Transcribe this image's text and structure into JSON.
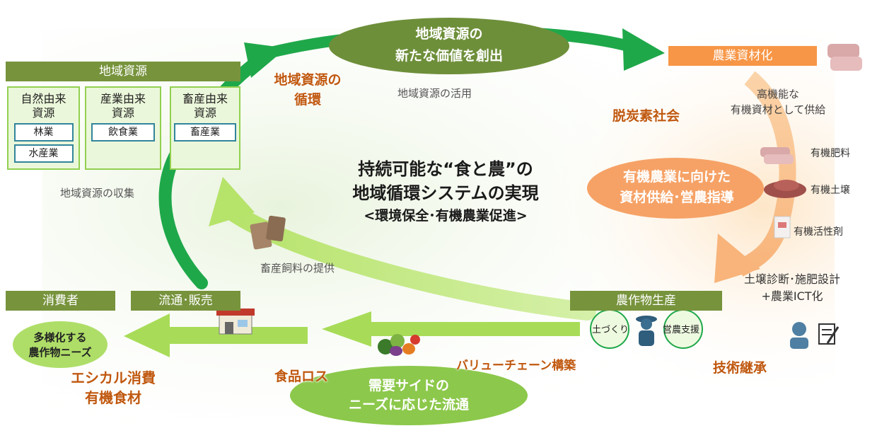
{
  "title_main": {
    "line1": "持続可能な“食と農”の",
    "line2": "地域循環システムの実現",
    "line3": "<環境保全･有機農業促進>"
  },
  "regional_resources": {
    "header": "地域資源",
    "natural": {
      "title_l1": "自然由来",
      "title_l2": "資源",
      "tags": [
        "林業",
        "水産業"
      ]
    },
    "industrial": {
      "title_l1": "産業由来",
      "title_l2": "資源",
      "tags": [
        "飲食業"
      ]
    },
    "livestock": {
      "title_l1": "畜産由来",
      "title_l2": "資源",
      "tags": [
        "畜産業"
      ]
    },
    "collection": "地域資源の収集"
  },
  "top_ellipse": {
    "line1": "地域資源の",
    "line2": "新たな価値を創出"
  },
  "circulation": {
    "line1": "地域資源の",
    "line2": "循環"
  },
  "utilization": "地域資源の活用",
  "materials": {
    "header": "農業資材化",
    "supply_l1": "高機能な",
    "supply_l2": "有機資材として供給",
    "decarbon": "脱炭素社会",
    "organic_fertilizer": "有機肥料",
    "organic_soil": "有機土壌",
    "organic_activator": "有機活性剤"
  },
  "organic_ellipse": {
    "line1": "有機農業に向けた",
    "line2": "資材供給･営農指導"
  },
  "soil_diag": {
    "line1": "土壌診断･施肥設計",
    "line2": "+農業ICT化"
  },
  "production": {
    "header": "農作物生産",
    "circle1": "土づくり",
    "circle2": "営農支援",
    "tech": "技術継承"
  },
  "feed": "畜産飼料の提供",
  "consumer": {
    "header": "消費者",
    "ellipse_l1": "多様化する",
    "ellipse_l2": "農作物ニーズ",
    "ethical_l1": "エシカル消費",
    "ethical_l2": "有機食材"
  },
  "retail": {
    "header": "流通･販売"
  },
  "food_loss": "食品ロス",
  "value_chain": "バリューチェーン構築",
  "demand_ellipse": {
    "line1": "需要サイドの",
    "line2": "ニーズに応じた流通"
  },
  "colors": {
    "dark_green": "#77933c",
    "olive_ellipse": "#6e8f3a",
    "arrow_green": "#1f9a3c",
    "light_green": "#92d050",
    "orange": "#f79646",
    "orange_text": "#c0580f",
    "teal_border": "#31859c"
  }
}
